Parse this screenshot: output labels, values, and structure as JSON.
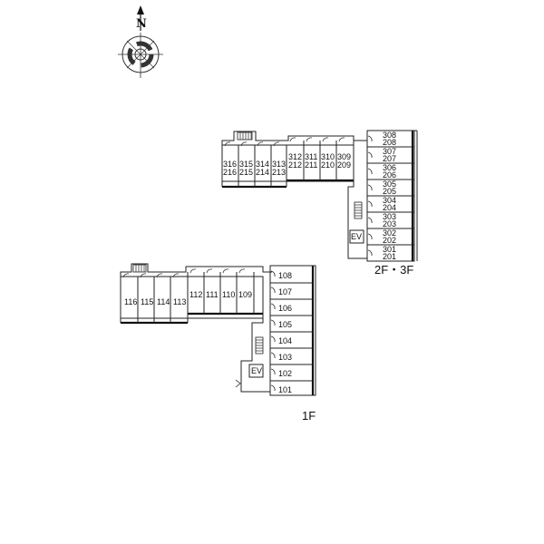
{
  "compass": {
    "north_label": "N"
  },
  "upper_floor": {
    "floor_label": "2F・3F",
    "ev_label": "EV",
    "top_row_units": [
      {
        "upper": "316",
        "lower": "216"
      },
      {
        "upper": "315",
        "lower": "215"
      },
      {
        "upper": "314",
        "lower": "214"
      },
      {
        "upper": "313",
        "lower": "213"
      },
      {
        "upper": "312",
        "lower": "212"
      },
      {
        "upper": "311",
        "lower": "211"
      },
      {
        "upper": "310",
        "lower": "210"
      },
      {
        "upper": "309",
        "lower": "209"
      }
    ],
    "column_units": [
      {
        "upper": "308",
        "lower": "208"
      },
      {
        "upper": "307",
        "lower": "207"
      },
      {
        "upper": "306",
        "lower": "206"
      },
      {
        "upper": "305",
        "lower": "205"
      },
      {
        "upper": "304",
        "lower": "204"
      },
      {
        "upper": "303",
        "lower": "203"
      },
      {
        "upper": "302",
        "lower": "202"
      },
      {
        "upper": "301",
        "lower": "201"
      }
    ]
  },
  "ground_floor": {
    "floor_label": "1F",
    "ev_label": "EV",
    "top_row_units": [
      "116",
      "115",
      "114",
      "113",
      "112",
      "111",
      "110",
      "109"
    ],
    "column_units": [
      "108",
      "107",
      "106",
      "105",
      "104",
      "103",
      "102",
      "101"
    ]
  },
  "colors": {
    "line": "#222222",
    "background": "#ffffff"
  }
}
